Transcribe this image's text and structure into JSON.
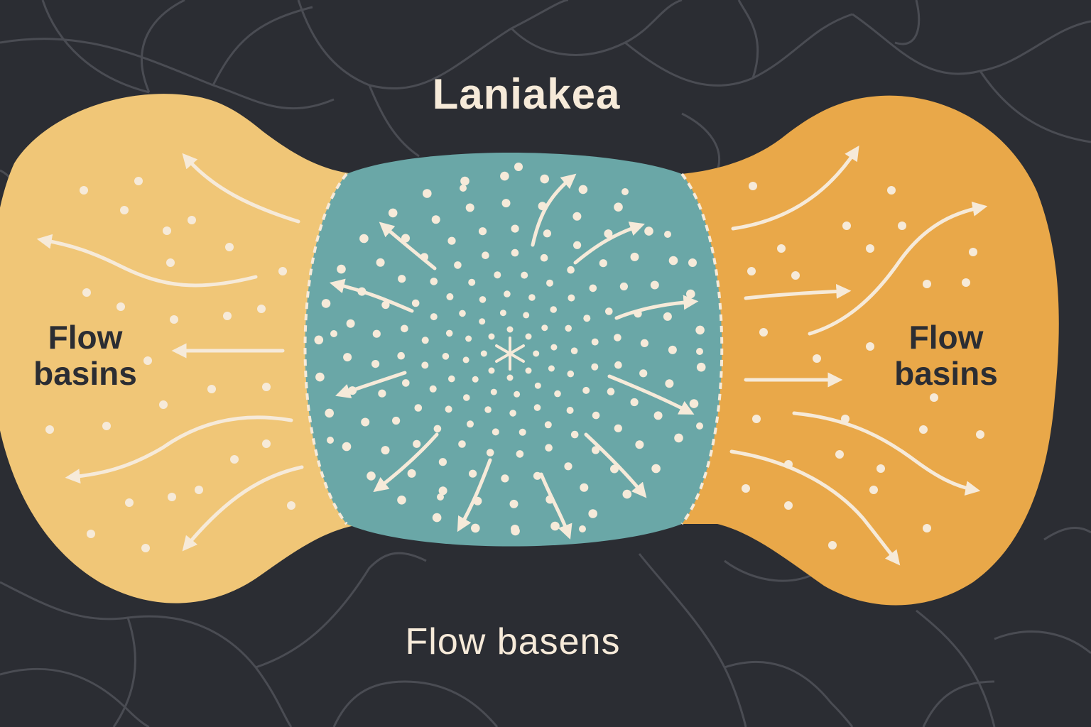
{
  "title": "Laniakea",
  "left_basin": {
    "line1": "Flow",
    "line2": "basins"
  },
  "right_basin": {
    "line1": "Flow",
    "line2": "basins"
  },
  "bottom_label": "Flow basens",
  "colors": {
    "background": "#2b2d33",
    "web_lines": "#4a4c53",
    "left_basin": "#f0c677",
    "right_basin": "#e9a849",
    "core": "#6aa7a7",
    "particles": "#f6ead9",
    "label_light": "#f6ead9",
    "label_dark": "#2b2d33"
  },
  "icons": {
    "center": "asterisk-star-icon",
    "flow": "arrow-icon"
  }
}
